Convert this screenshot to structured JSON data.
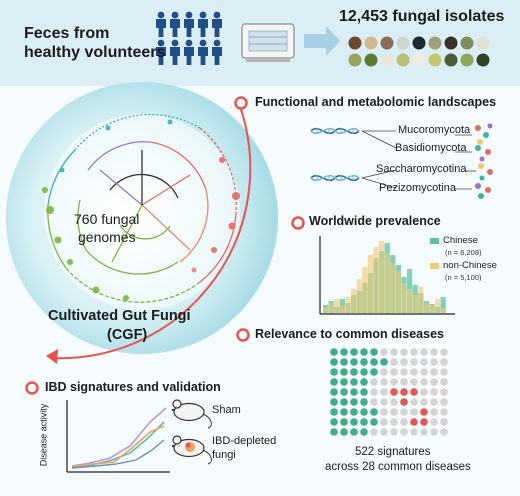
{
  "header": {
    "source_line1": "Feces from",
    "source_line2": "healthy volunteers",
    "isolates": "12,453 fungal isolates"
  },
  "tree": {
    "center_line1": "760 fungal",
    "center_line2": "genomes",
    "collection_line1": "Cultivated Gut Fungi",
    "collection_line2": "(CGF)"
  },
  "sections": {
    "functional": "Functional and metabolomic landscapes",
    "prevalence": "Worldwide prevalence",
    "relevance": "Relevance to common diseases",
    "ibd": "IBD signatures and validation"
  },
  "taxa": [
    "Mucoromycota",
    "Basidiomycota",
    "Saccharomycotina",
    "Pezizomycotina"
  ],
  "prevalence_legend": [
    {
      "name": "Chinese",
      "n": "(n = 6,208)",
      "color": "#58c2a6"
    },
    {
      "name": "non-Chinese",
      "n": "(n = 5,100)",
      "color": "#f2c86d"
    }
  ],
  "diseases": {
    "line1": "522 signatures",
    "line2": "across 28 common diseases",
    "colors": {
      "signature": "#3fae86",
      "highlight": "#e25656",
      "none": "#d4d4d4"
    }
  },
  "ibd": {
    "y_label": "Disease activity",
    "sham": "Sham",
    "depleted_line1": "IBD-depleted",
    "depleted_line2": "fungi"
  },
  "colors": {
    "accent": "#e8534f",
    "panel": "#eaf4f8",
    "tree_bg": "#bfe6ee"
  }
}
